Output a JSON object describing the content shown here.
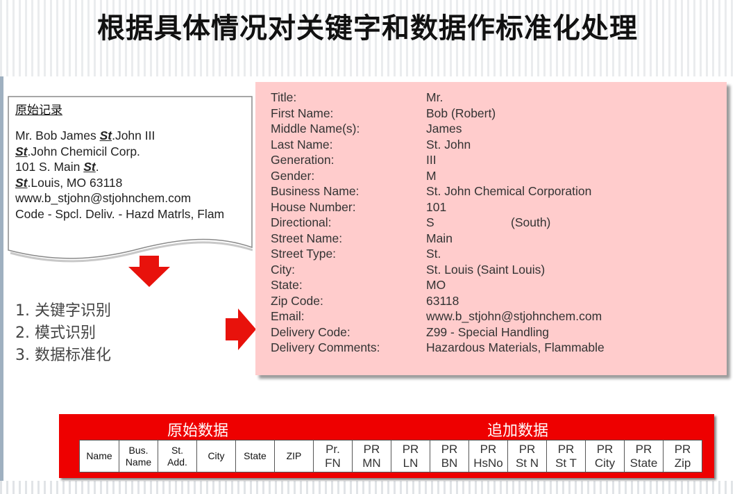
{
  "title": "根据具体情况对关键字和数据作标准化处理",
  "source_record": {
    "heading": "原始记录",
    "lines": [
      [
        "Mr. Bob James ",
        "St",
        ".John III"
      ],
      [
        "",
        "St",
        ".John Chemicil Corp."
      ],
      [
        "101 S. Main ",
        "St",
        "."
      ],
      [
        "",
        "St",
        ".Louis, MO 63118"
      ],
      [
        "www.b_stjohn@stjohnchem.com",
        "",
        ""
      ],
      [
        "Code - Spcl. Deliv. - Hazd Matrls, Flam",
        "",
        ""
      ]
    ]
  },
  "steps": [
    "1. 关键字识别",
    "2. 模式识别",
    "3. 数据标准化"
  ],
  "standardized": [
    {
      "key": "Title:",
      "value": "Mr."
    },
    {
      "key": "First Name:",
      "value": "Bob  (Robert)"
    },
    {
      "key": "Middle Name(s):",
      "value": "James"
    },
    {
      "key": "Last Name:",
      "value": "St. John"
    },
    {
      "key": "Generation:",
      "value": "III"
    },
    {
      "key": "Gender:",
      "value": "M"
    },
    {
      "key": "Business Name:",
      "value": "St. John Chemical Corporation"
    },
    {
      "key": "House Number:",
      "value": "101"
    },
    {
      "key": "Directional:",
      "value": "S",
      "note": "(South)"
    },
    {
      "key": "Street Name:",
      "value": "Main"
    },
    {
      "key": "Street Type:",
      "value": "St."
    },
    {
      "key": "City:",
      "value": "St. Louis  (Saint Louis)"
    },
    {
      "key": "State:",
      "value": "MO"
    },
    {
      "key": "Zip Code:",
      "value": "63118"
    },
    {
      "key": "Email:",
      "value": "www.b_stjohn@stjohnchem.com"
    },
    {
      "key": "Delivery Code:",
      "value": "Z99 - Special Handling"
    },
    {
      "key": "Delivery Comments:",
      "value": "Hazardous Materials, Flammable"
    }
  ],
  "field_bar": {
    "original_label": "原始数据",
    "added_label": "追加数据",
    "original_fields": [
      [
        "Name"
      ],
      [
        "Bus.",
        "Name"
      ],
      [
        "St.",
        "Add."
      ],
      [
        "City"
      ],
      [
        "State"
      ],
      [
        "ZIP"
      ]
    ],
    "added_fields": [
      [
        "Pr.",
        "FN"
      ],
      [
        "PR",
        "MN"
      ],
      [
        "PR",
        "LN"
      ],
      [
        "PR",
        "BN"
      ],
      [
        "PR",
        "HsNo"
      ],
      [
        "PR",
        "St N"
      ],
      [
        "PR",
        "St T"
      ],
      [
        "PR",
        "City"
      ],
      [
        "PR",
        "State"
      ],
      [
        "PR",
        "Zip"
      ]
    ]
  },
  "colors": {
    "panel": "#ffcccc",
    "arrow": "#e8120c",
    "bar": "#ee0000"
  }
}
